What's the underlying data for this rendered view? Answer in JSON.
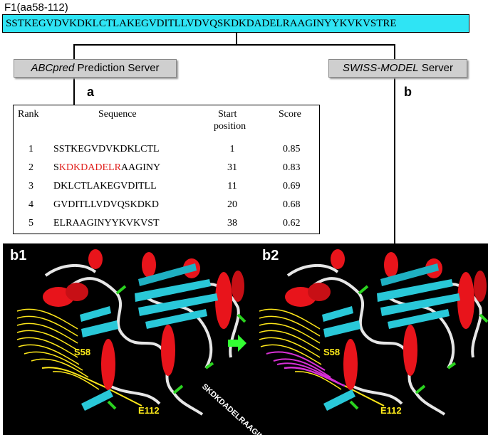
{
  "header": {
    "title": "F1(aa58-112)",
    "sequence": "SSTKEGVDVKDKLCTLAKEGVDITLLVDVQSKDKDADELRAAGINYYKVKVSTRE"
  },
  "servers": {
    "abc_italic": "ABCpred",
    "abc_rest": " Prediction Server",
    "swiss_italic": "SWISS-MODEL",
    "swiss_rest": " Server"
  },
  "panels": {
    "a": "a",
    "b": "b",
    "b1": "b1",
    "b2": "b2"
  },
  "table": {
    "headers": {
      "rank": "Rank",
      "sequence": "Sequence",
      "start1": "Start",
      "start2": "position",
      "score": "Score"
    },
    "rows": [
      {
        "rank": "1",
        "seq_pre": "SSTKEGVDVKDKLCTL",
        "seq_red": "",
        "seq_post": "",
        "start": "1",
        "score": "0.85"
      },
      {
        "rank": "2",
        "seq_pre": "S",
        "seq_red": "KDKDADELR",
        "seq_post": "AAGINY",
        "start": "31",
        "score": "0.83"
      },
      {
        "rank": "3",
        "seq_pre": "DKLCTLAKEGVDITLL",
        "seq_red": "",
        "seq_post": "",
        "start": "11",
        "score": "0.69"
      },
      {
        "rank": "4",
        "seq_pre": "GVDITLLVDVQSKDKD",
        "seq_red": "",
        "seq_post": "",
        "start": "20",
        "score": "0.68"
      },
      {
        "rank": "5",
        "seq_pre": "ELRAAGINYYKVKVST",
        "seq_red": "",
        "seq_post": "",
        "start": "38",
        "score": "0.62"
      }
    ]
  },
  "structure": {
    "b1_s58": "S58",
    "b1_e112": "E112",
    "b2_s58": "S58",
    "b2_e112": "E112",
    "b2_epitope": "SKDKDADELRAAGINY"
  },
  "colors": {
    "sequence_bar": "#2fe4f4",
    "helix": "#e8141b",
    "strand": "#29c8d8",
    "coil": "#e6e6e6",
    "turn": "#2ad31f",
    "fragment": "#ffe81a",
    "epitope": "#d62fd6",
    "arrow": "#33ff33"
  }
}
